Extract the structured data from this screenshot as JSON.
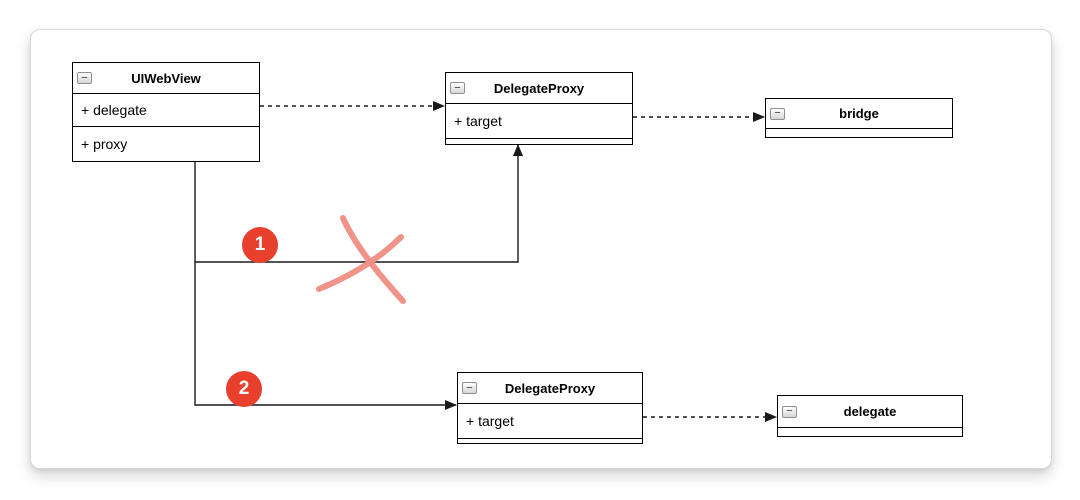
{
  "diagram": {
    "colors": {
      "page_bg": "#ffffff",
      "card_bg": "#ffffff",
      "card_border": "#d9d9d9",
      "line": "#1a1a1a",
      "node_border": "#000000",
      "node_bg": "#ffffff",
      "badge": "#e8402c",
      "badge_text": "#ffffff",
      "cross": "#ef8e83"
    },
    "icons": {
      "collapse": "−"
    },
    "nodes": [
      {
        "id": "uiwebview",
        "title": "UIWebView",
        "fields": [
          "+ delegate",
          "+ proxy"
        ]
      },
      {
        "id": "delegate-proxy-top",
        "title": "DelegateProxy",
        "fields": [
          "+ target"
        ]
      },
      {
        "id": "bridge",
        "title": "bridge",
        "fields": []
      },
      {
        "id": "delegate-proxy-bottom",
        "title": "DelegateProxy",
        "fields": [
          "+ target"
        ]
      },
      {
        "id": "delegate",
        "title": "delegate",
        "fields": []
      }
    ],
    "badges": [
      {
        "label": "1"
      },
      {
        "label": "2"
      }
    ]
  }
}
